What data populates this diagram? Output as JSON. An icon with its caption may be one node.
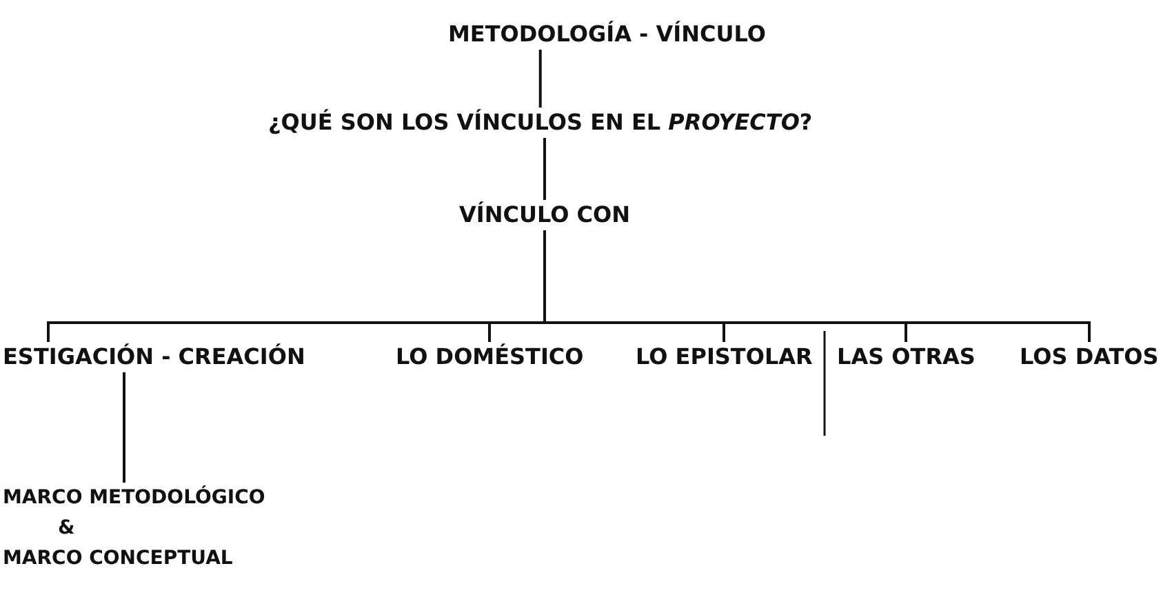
{
  "diagram": {
    "nodes": [
      {
        "text": [
          "METODOLOGÍA - VÍNCULO"
        ]
      },
      {
        "text": [
          "¿QUÉ SON LOS VÍNCULOS EN EL *PROYECTO*?"
        ]
      },
      {
        "text": [
          "VÍNCULO CON"
        ]
      },
      {
        "text": [
          "ESTIGACIÓN - CREACIÓN"
        ]
      },
      {
        "text": [
          "LO DOMÉSTICO"
        ]
      },
      {
        "text": [
          "LO EPISTOLAR"
        ]
      },
      {
        "text": [
          "LAS OTRAS"
        ]
      },
      {
        "text": [
          "LOS DATOS"
        ]
      },
      {
        "text": [
          "MARCO METODOLÓGICO",
          "&",
          "MARCO CONCEPTUAL"
        ]
      }
    ],
    "edges": [
      {
        "from": 0,
        "to": 1,
        "arrow": "none"
      },
      {
        "from": 1,
        "to": 2,
        "arrow": "none"
      },
      {
        "from": 2,
        "to": 3,
        "arrow": "none"
      },
      {
        "from": 2,
        "to": 4,
        "arrow": "none"
      },
      {
        "from": 2,
        "to": 5,
        "arrow": "none"
      },
      {
        "from": 2,
        "to": 6,
        "arrow": "none"
      },
      {
        "from": 2,
        "to": 7,
        "arrow": "none"
      },
      {
        "from": 3,
        "to": 8,
        "arrow": "none"
      }
    ]
  }
}
